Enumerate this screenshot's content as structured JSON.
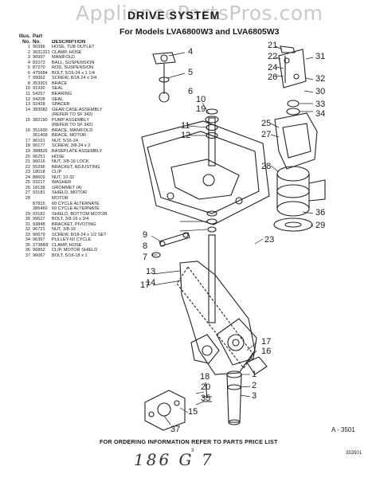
{
  "watermark": "AppliancePartsPros.com",
  "title": "DRIVE SYSTEM",
  "subtitle": "For Models LVA6800W3 and LVA6805W3",
  "table": {
    "header": {
      "illus": "Illus.",
      "part": "Part",
      "no": "No.",
      "no2": "No.",
      "description": "DESCRIPTION"
    },
    "rows": [
      {
        "n": "1",
        "p": "90396",
        "d": "HOSE, TUB OUTLET"
      },
      {
        "n": "2",
        "p": "3631321",
        "d": "CLAMP, HOSE"
      },
      {
        "n": "3",
        "p": "90997",
        "d": "MANIFOLD"
      },
      {
        "n": "4",
        "p": "81073",
        "d": "BALL, SUSPENSION"
      },
      {
        "n": "5",
        "p": "87270",
        "d": "ROD, SUSPENSION"
      },
      {
        "n": "6",
        "p": "475684",
        "d": "BOLT, 5/16-24 x 1 1/4"
      },
      {
        "n": "7",
        "p": "99062",
        "d": "SCREW, 8/18-24 x 3/4"
      },
      {
        "n": "8",
        "p": "353301",
        "d": "BRACE"
      },
      {
        "n": "10",
        "p": "91930",
        "d": "SEAL"
      },
      {
        "n": "11",
        "p": "54257",
        "d": "BEARING"
      },
      {
        "n": "12",
        "p": "94208",
        "d": "SEAL"
      },
      {
        "n": "13",
        "p": "92428",
        "d": "SPACER"
      },
      {
        "n": "14",
        "p": "383082",
        "d": "GEAR CASE ASSEMBLY"
      },
      {
        "n": "",
        "p": "",
        "d": "(REFER TO SF 342)"
      },
      {
        "n": "15",
        "p": "382190",
        "d": "PUMP ASSEMBLY"
      },
      {
        "n": "",
        "p": "",
        "d": "(REFER TO SF 342)"
      },
      {
        "n": "16",
        "p": "351600",
        "d": "BRACE, MANIFOLD"
      },
      {
        "n": "",
        "p": "361409",
        "d": "BRACE, MOTOR"
      },
      {
        "n": "17",
        "p": "96101",
        "d": "NUT, 5/16-24"
      },
      {
        "n": "18",
        "p": "90177",
        "d": "SCREW, 3/8-24 x 2"
      },
      {
        "n": "19",
        "p": "388826",
        "d": "BASEPLATE ASSEMBLY"
      },
      {
        "n": "20",
        "p": "96251",
        "d": "HOSE"
      },
      {
        "n": "21",
        "p": "96016",
        "d": "NUT, 3/8-16 LOCK"
      },
      {
        "n": "22",
        "p": "55296",
        "d": "BRACKET, ADJUSTING"
      },
      {
        "n": "23",
        "p": "18018",
        "d": "CLIP"
      },
      {
        "n": "24",
        "p": "88603",
        "d": "NUT, 10-32"
      },
      {
        "n": "25",
        "p": "93217",
        "d": "WASHER"
      },
      {
        "n": "26",
        "p": "18138",
        "d": "GROMMET (4)"
      },
      {
        "n": "27",
        "p": "93181",
        "d": "SHIELD, MOTOR"
      },
      {
        "n": "28",
        "p": "",
        "d": "MOTOR"
      },
      {
        "n": "",
        "p": "87815",
        "d": "60 CYCLE ALTERNATE"
      },
      {
        "n": "",
        "p": "386460",
        "d": "60 CYCLE ALTERNATE"
      },
      {
        "n": "29",
        "p": "93182",
        "d": "SHIELD, BOTTOM MOTOR"
      },
      {
        "n": "30",
        "p": "99527",
        "d": "BOLT, 3/8-16 x 3/4"
      },
      {
        "n": "31",
        "p": "93848",
        "d": "BRACKET, PIVOTING"
      },
      {
        "n": "32",
        "p": "96721",
        "d": "NUT, 3/8-16"
      },
      {
        "n": "33",
        "p": "90679",
        "d": "SCREW, 8/18-24 x 1/2 SET"
      },
      {
        "n": "34",
        "p": "96397",
        "d": "PULLEY-60 CYCLE"
      },
      {
        "n": "35",
        "p": "2738R8",
        "d": "CLAMP, HOSE"
      },
      {
        "n": "36",
        "p": "96852",
        "d": "CLIP, MOTOR SHIELD"
      },
      {
        "n": "37",
        "p": "96067",
        "d": "BOLT, 5/16-18 x 1"
      }
    ]
  },
  "callouts": [
    "4",
    "5",
    "6",
    "10",
    "19",
    "11",
    "12",
    "9",
    "8",
    "7",
    "17",
    "13",
    "14",
    "18",
    "20",
    "35",
    "15",
    "37",
    "3",
    "1",
    "2",
    "16",
    "17",
    "21",
    "22",
    "24",
    "26",
    "31",
    "32",
    "30",
    "33",
    "34",
    "25",
    "27",
    "28",
    "36",
    "29",
    "23"
  ],
  "figure_code": "A - 3501",
  "footer": "FOR ORDERING INFORMATION REFER TO PARTS PRICE LIST",
  "page_number": "3",
  "doc_number": "353501",
  "handwriting": "186 G 7"
}
